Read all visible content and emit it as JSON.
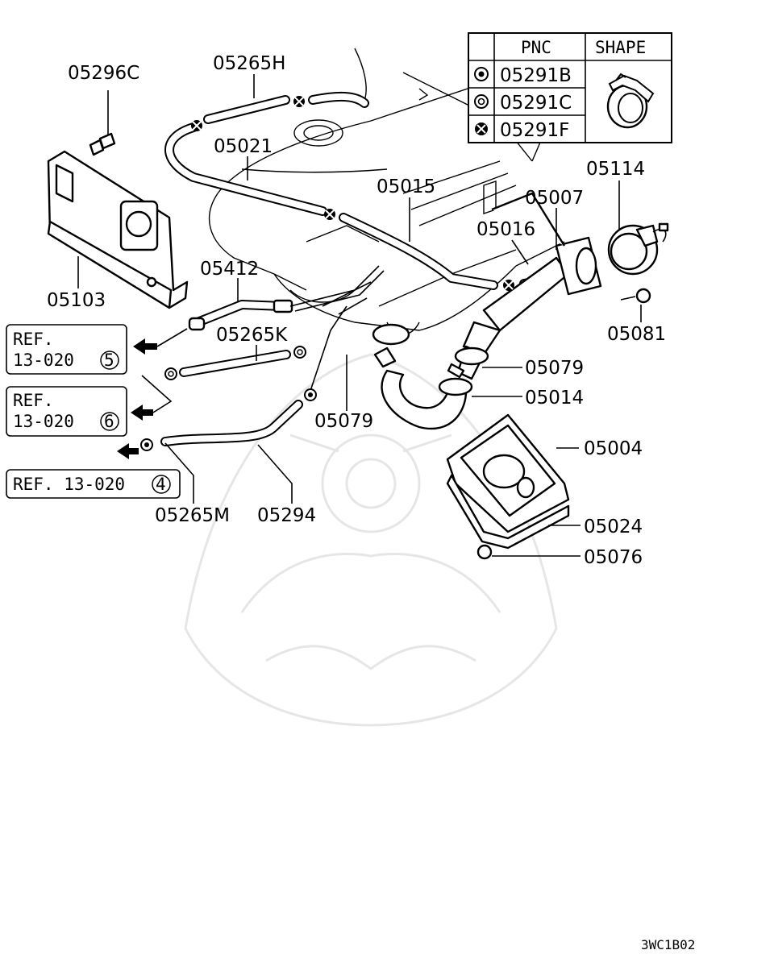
{
  "legend": {
    "header_pnc": "PNC",
    "header_shape": "SHAPE",
    "rows": [
      {
        "symbol": "circle-dot-icon",
        "pnc": "05291B"
      },
      {
        "symbol": "double-circle-icon",
        "pnc": "05291C"
      },
      {
        "symbol": "circle-x-icon",
        "pnc": "05291F"
      }
    ]
  },
  "parts": {
    "p05296C": "05296C",
    "p05265H": "05265H",
    "p05021": "05021",
    "p05015": "05015",
    "p05007": "05007",
    "p05114": "05114",
    "p05016": "05016",
    "p05412": "05412",
    "p05103": "05103",
    "p05265K": "05265K",
    "p05081": "05081",
    "p05079a": "05079",
    "p05014": "05014",
    "p05079b": "05079",
    "p05004": "05004",
    "p05024": "05024",
    "p05076": "05076",
    "p05265M": "05265M",
    "p05294": "05294"
  },
  "refs": {
    "ref5": {
      "line1": "REF.",
      "line2": "13-020",
      "num": "5"
    },
    "ref6": {
      "line1": "REF.",
      "line2": "13-020",
      "num": "6"
    },
    "ref4": {
      "line1": "REF. 13-020",
      "num": "4"
    }
  },
  "diagram_code": "3WC1B02"
}
